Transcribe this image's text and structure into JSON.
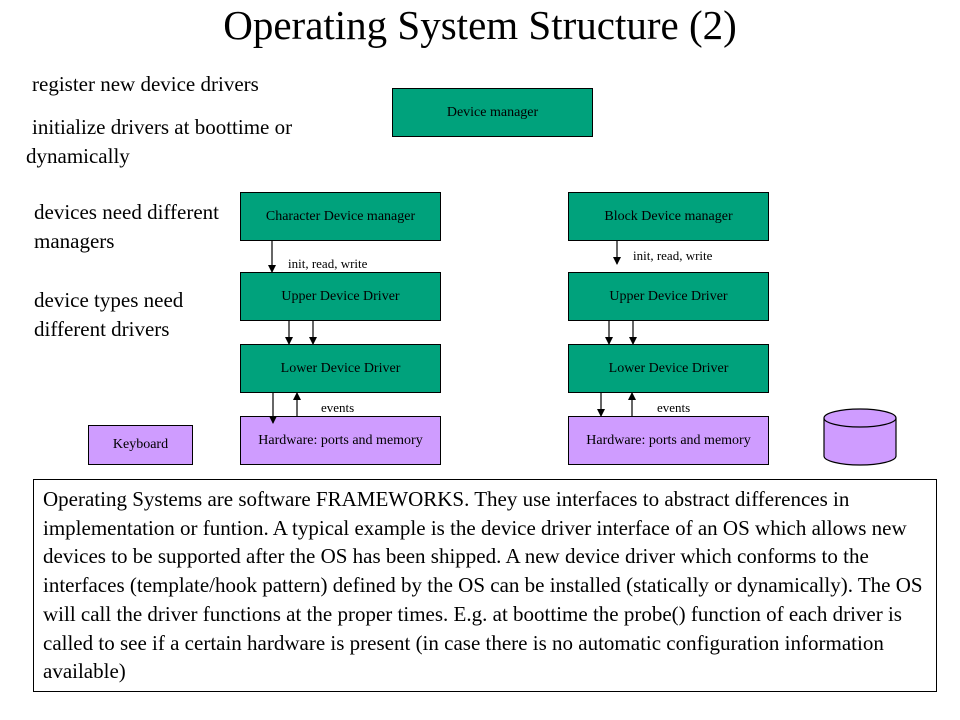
{
  "title": "Operating System Structure (2)",
  "side_notes": [
    "register new device drivers",
    "initialize drivers at boottime or dynamically",
    "devices need different managers",
    "device types need different drivers"
  ],
  "boxes": {
    "device_manager": "Device manager",
    "char_device_manager": "Character Device manager",
    "block_device_manager": "Block Device manager",
    "upper_driver_left": "Upper Device Driver",
    "upper_driver_right": "Upper Device Driver",
    "lower_driver_left": "Lower Device Driver",
    "lower_driver_right": "Lower Device Driver",
    "hardware_left": "Hardware: ports and memory",
    "hardware_right": "Hardware: ports and memory",
    "keyboard": "Keyboard"
  },
  "labels": {
    "init_left": "init, read, write",
    "init_right": "init, read, write",
    "events_left": "events",
    "events_right": "events"
  },
  "description": "Operating Systems are software FRAMEWORKS. They use interfaces to abstract differences in implementation or funtion. A typical example is the device driver interface of an OS which allows new devices to be supported after the OS has been shipped. A new device driver which conforms to the interfaces (template/hook pattern) defined by the OS can be installed (statically or dynamically). The OS will call the driver functions at the proper times. E.g. at boottime the probe() function of each driver is called to see if a certain hardware is present (in case there is no automatic configuration information available)",
  "colors": {
    "manager_fill": "#00a27c",
    "hardware_fill": "#cf9cff"
  }
}
